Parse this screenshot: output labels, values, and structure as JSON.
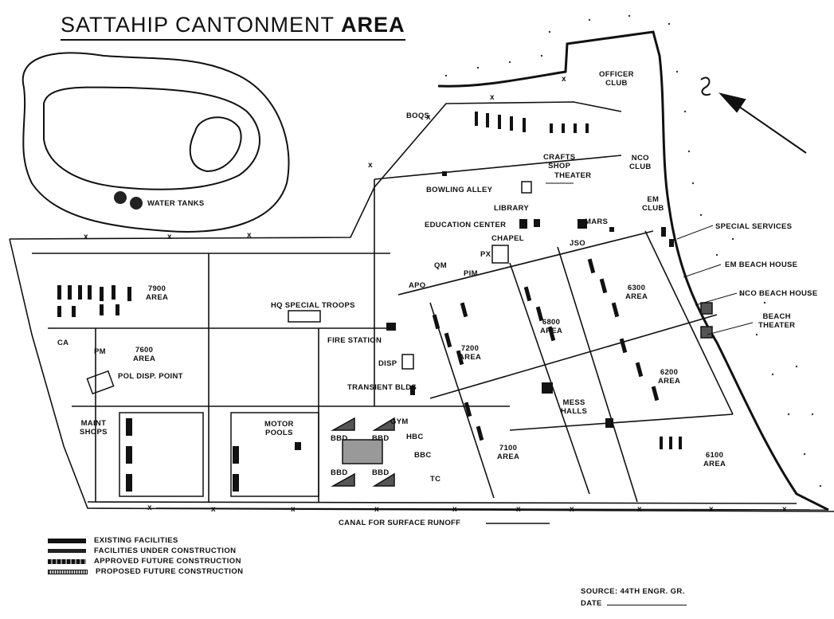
{
  "title": {
    "text": "SATTAHIP  CANTONMENT",
    "bold": "AREA"
  },
  "labels": {
    "water_tanks": "WATER TANKS",
    "officer_club": "OFFICER\nCLUB",
    "boqs": "BOQS",
    "crafts_shop": "CRAFTS\nSHOP",
    "theater": "THEATER",
    "nco_club": "NCO\nCLUB",
    "bowling_alley": "BOWLING ALLEY",
    "library": "LIBRARY",
    "em_club": "EM\nCLUB",
    "education_center": "EDUCATION CENTER",
    "mars": "MARS",
    "special_services": "SPECIAL SERVICES",
    "chapel": "CHAPEL",
    "px": "PX",
    "jso": "JSO",
    "em_beach_house": "EM BEACH HOUSE",
    "qm": "QM",
    "pim": "PIM",
    "apo": "APO",
    "area_7900": "7900\nAREA",
    "area_6300": "6300\nAREA",
    "nco_beach_house": "NCO BEACH HOUSE",
    "hq_special_troops": "HQ SPECIAL TROOPS",
    "area_6800": "6800\nAREA",
    "beach_theater": "BEACH\nTHEATER",
    "fire_station": "FIRE STATION",
    "ca": "CA",
    "pm": "PM",
    "area_7600": "7600\nAREA",
    "area_7200": "7200\nAREA",
    "disp": "DISP",
    "area_6200": "6200\nAREA",
    "pol_disp_point": "POL DISP. POINT",
    "transient_blds": "TRANSIENT BLDS",
    "mess_halls": "MESS\nHALLS",
    "maint_shops": "MAINT\nSHOPS",
    "motor_pools": "MOTOR\nPOOLS",
    "gym": "GYM",
    "hbc": "HBC",
    "bbd": "BBD",
    "bbc": "BBC",
    "tc": "TC",
    "area_7100": "7100\nAREA",
    "area_6100": "6100\nAREA",
    "canal": "CANAL FOR SURFACE RUNOFF"
  },
  "legend": [
    {
      "text": "EXISTING FACILITIES",
      "swatch": "existing"
    },
    {
      "text": "FACILITIES UNDER CONSTRUCTION",
      "swatch": "under"
    },
    {
      "text": "APPROVED FUTURE CONSTRUCTION",
      "swatch": "approved"
    },
    {
      "text": "PROPOSED FUTURE CONSTRUCTION",
      "swatch": "proposed"
    }
  ],
  "source": {
    "text": "SOURCE: 44TH ENGR. GR.",
    "date_label": "DATE"
  },
  "colors": {
    "ink": "#111111",
    "paper": "#ffffff"
  },
  "north_arrow": "arrow-icon"
}
